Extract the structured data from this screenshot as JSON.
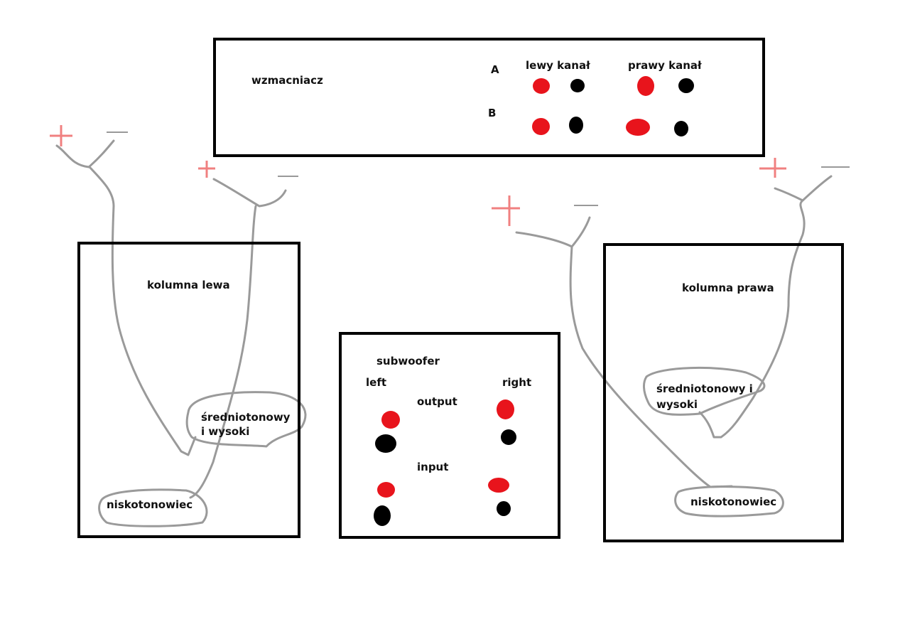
{
  "amplifier": {
    "title": "wzmacniacz",
    "row_labels": [
      "A",
      "B"
    ],
    "channel_labels": [
      "lewy kanał",
      "prawy kanał"
    ],
    "terminal_colors": {
      "positive": "#e8141c",
      "negative": "#000000"
    }
  },
  "left_column": {
    "title": "kolumna lewa",
    "mid_high_label": "średniotonowy i wysoki",
    "woofer_label": "niskotonowiec"
  },
  "right_column": {
    "title": "kolumna prawa",
    "mid_high_label": "średniotonowy i wysoki",
    "woofer_label": "niskotonowiec"
  },
  "subwoofer": {
    "title": "subwoofer",
    "left_label": "left",
    "right_label": "right",
    "output_label": "output",
    "input_label": "input"
  },
  "wire_ends": {
    "plus_symbol": "+",
    "minus_symbol": "−",
    "wire_color": "#9a9a9a",
    "plus_color": "#f08080"
  }
}
